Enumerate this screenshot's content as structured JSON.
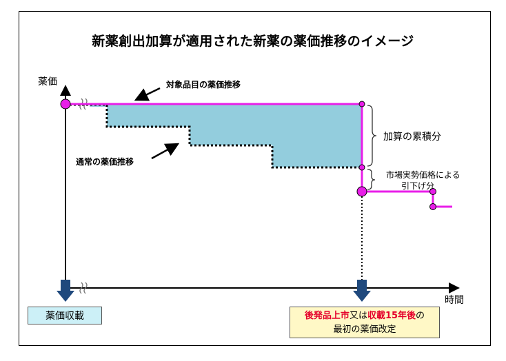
{
  "title": "新薬創出加算が適用された新薬の薬価推移のイメージ",
  "axes": {
    "y_label": "薬価",
    "x_label": "時間"
  },
  "annotations": {
    "target_item": "対象品目の薬価推移",
    "normal": "通常の薬価推移",
    "accumulated": "加算の累積分",
    "market_reduction_line1": "市場実勢価格による",
    "market_reduction_line2": "引下げ分"
  },
  "boxes": {
    "start": "薬価収載",
    "end_red1": "後発品上市",
    "end_mid": "又は",
    "end_red2": "収載15年後",
    "end_tail": "の",
    "end_line2": "最初の薬価改定"
  },
  "colors": {
    "target_line": "#e81ee8",
    "accumulated_area": "#93cddd",
    "axis_arrow": "#1f497d"
  }
}
